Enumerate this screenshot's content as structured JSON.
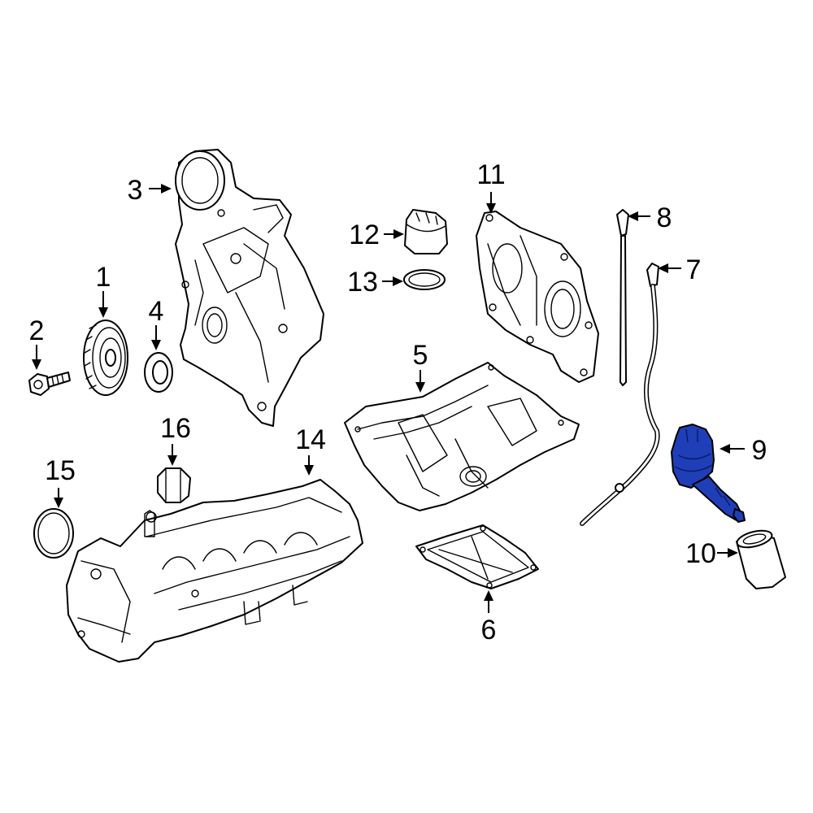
{
  "highlight_color": "#1f3fb8",
  "parts": [
    {
      "id": "crankshaft-bolt",
      "callout": "2"
    },
    {
      "id": "crankshaft-pulley",
      "callout": "1"
    },
    {
      "id": "front-seal",
      "callout": "4"
    },
    {
      "id": "timing-cover",
      "callout": "3"
    },
    {
      "id": "oil-filler-cap",
      "callout": "12"
    },
    {
      "id": "filler-cap-seal",
      "callout": "13"
    },
    {
      "id": "rear-cover-plate",
      "callout": "11"
    },
    {
      "id": "dipstick",
      "callout": "8"
    },
    {
      "id": "dipstick-tube",
      "callout": "7"
    },
    {
      "id": "oil-filter-housing",
      "callout": "9",
      "highlighted": true
    },
    {
      "id": "oil-filter",
      "callout": "10"
    },
    {
      "id": "oil-pan",
      "callout": "5"
    },
    {
      "id": "oil-pan-cover",
      "callout": "6"
    },
    {
      "id": "intake-manifold",
      "callout": "14"
    },
    {
      "id": "manifold-seal",
      "callout": "16"
    },
    {
      "id": "o-ring",
      "callout": "15"
    }
  ]
}
